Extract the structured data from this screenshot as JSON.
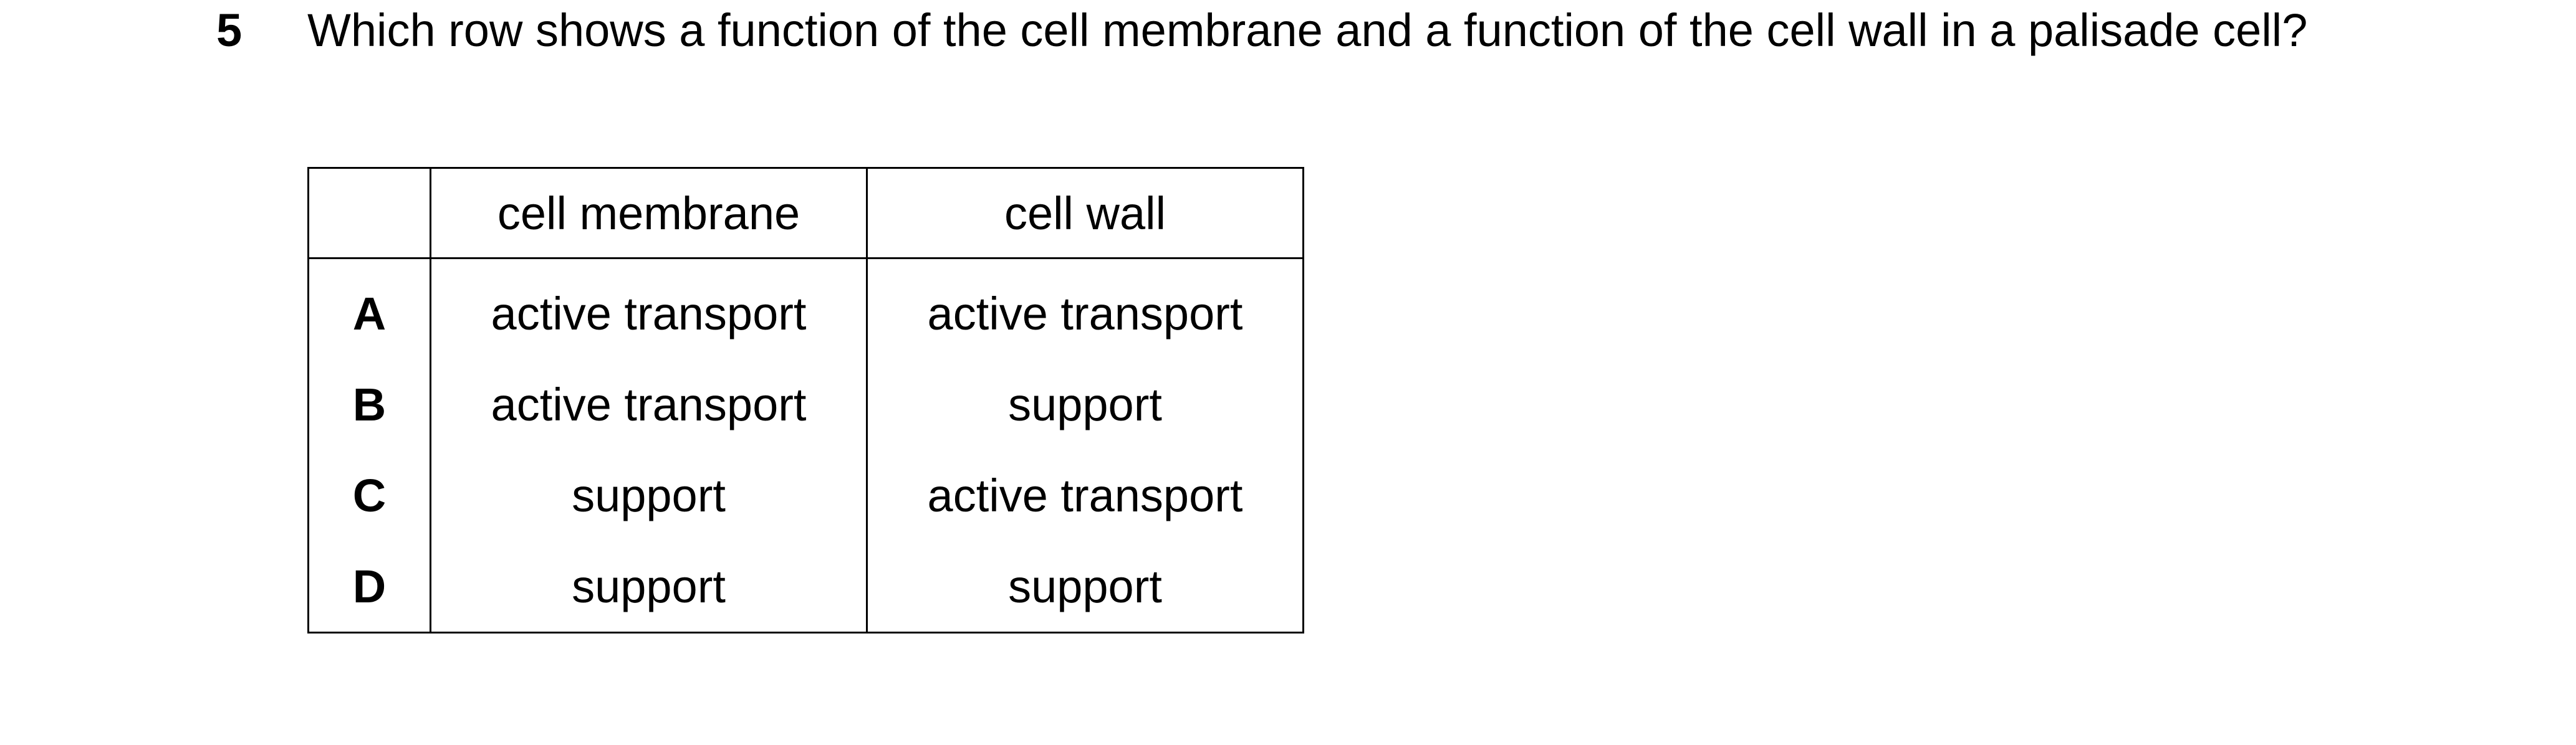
{
  "question": {
    "number": "5",
    "text": "Which row shows a function of the cell membrane and a function of the cell wall in a palisade cell?"
  },
  "table": {
    "headers": [
      "",
      "cell membrane",
      "cell wall"
    ],
    "rows": [
      {
        "letter": "A",
        "cell_membrane": "active transport",
        "cell_wall": "active transport"
      },
      {
        "letter": "B",
        "cell_membrane": "active transport",
        "cell_wall": "support"
      },
      {
        "letter": "C",
        "cell_membrane": "support",
        "cell_wall": "active transport"
      },
      {
        "letter": "D",
        "cell_membrane": "support",
        "cell_wall": "support"
      }
    ]
  }
}
